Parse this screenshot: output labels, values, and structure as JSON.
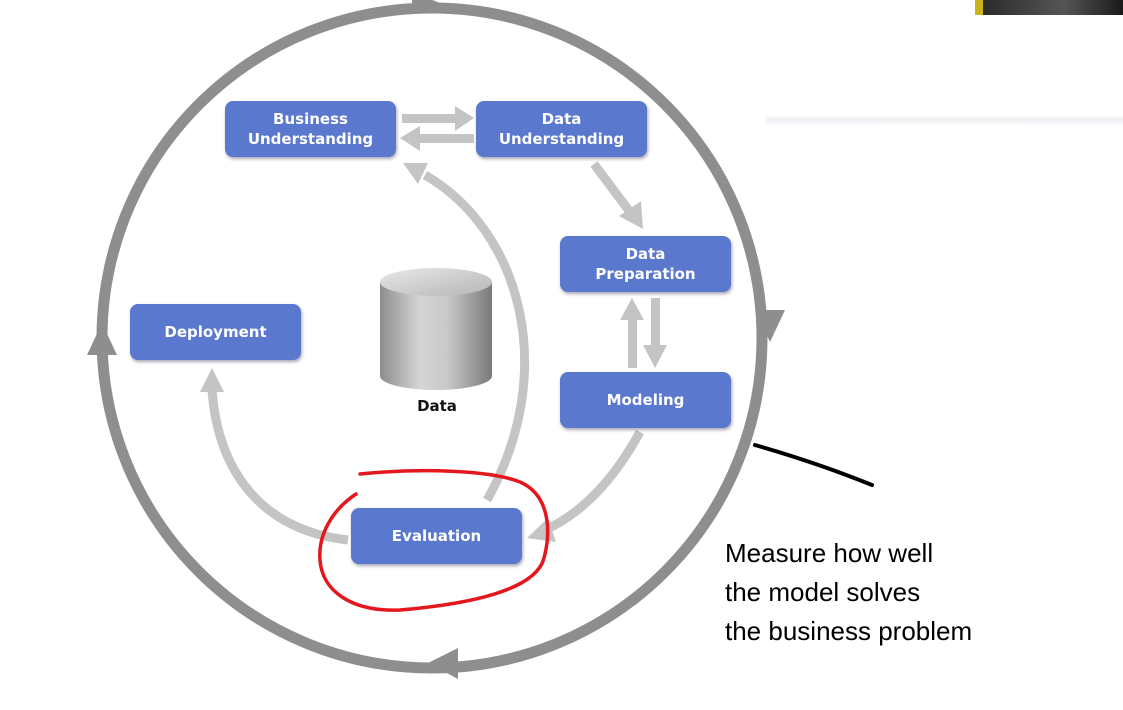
{
  "phases": {
    "business_understanding": [
      "Business",
      "Understanding"
    ],
    "data_understanding": [
      "Data",
      "Understanding"
    ],
    "data_preparation": [
      "Data",
      "Preparation"
    ],
    "modeling": "Modeling",
    "evaluation": "Evaluation",
    "deployment": "Deployment"
  },
  "data_store_label": "Data",
  "annotation_lines": [
    "Measure how well",
    "the model solves",
    "the business problem"
  ],
  "colors": {
    "phase_box": "#5a78cd",
    "outer_cycle": "#8e8e8e",
    "inner_arrows": "#c4c4c4",
    "highlight_ink": "#e3171d",
    "pointer_ink": "#000000"
  },
  "icons": {
    "data_store": "database-cylinder-icon"
  }
}
